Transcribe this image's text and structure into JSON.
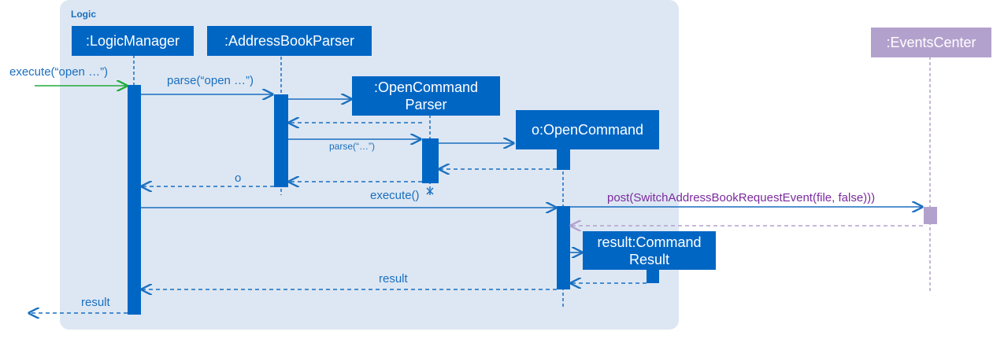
{
  "frame": {
    "title": "Logic"
  },
  "participants": {
    "logic_manager": ":LogicManager",
    "address_book_parser": ":AddressBookParser",
    "open_command_parser": [
      ":OpenCommand",
      "Parser"
    ],
    "open_command": "o:OpenCommand",
    "events_center": ":EventsCenter",
    "command_result": [
      "result:Command",
      "Result"
    ]
  },
  "messages": {
    "execute_open": "execute(“open …”)",
    "parse_open": "parse(“open …”)",
    "parse_args": "parse(“…”)",
    "return_o": "o",
    "execute": "execute()",
    "post_event": "post(SwitchAddressBookRequestEvent(file, false)))",
    "result_return": "result",
    "result_final": "result"
  },
  "colors": {
    "frame_fill": "#dde7f3",
    "blue": "#0066c4",
    "line_blue": "#1a6fbf",
    "green": "#22aa3a",
    "purple_box": "#b3a1cd",
    "purple_text": "#7a2a9e"
  }
}
